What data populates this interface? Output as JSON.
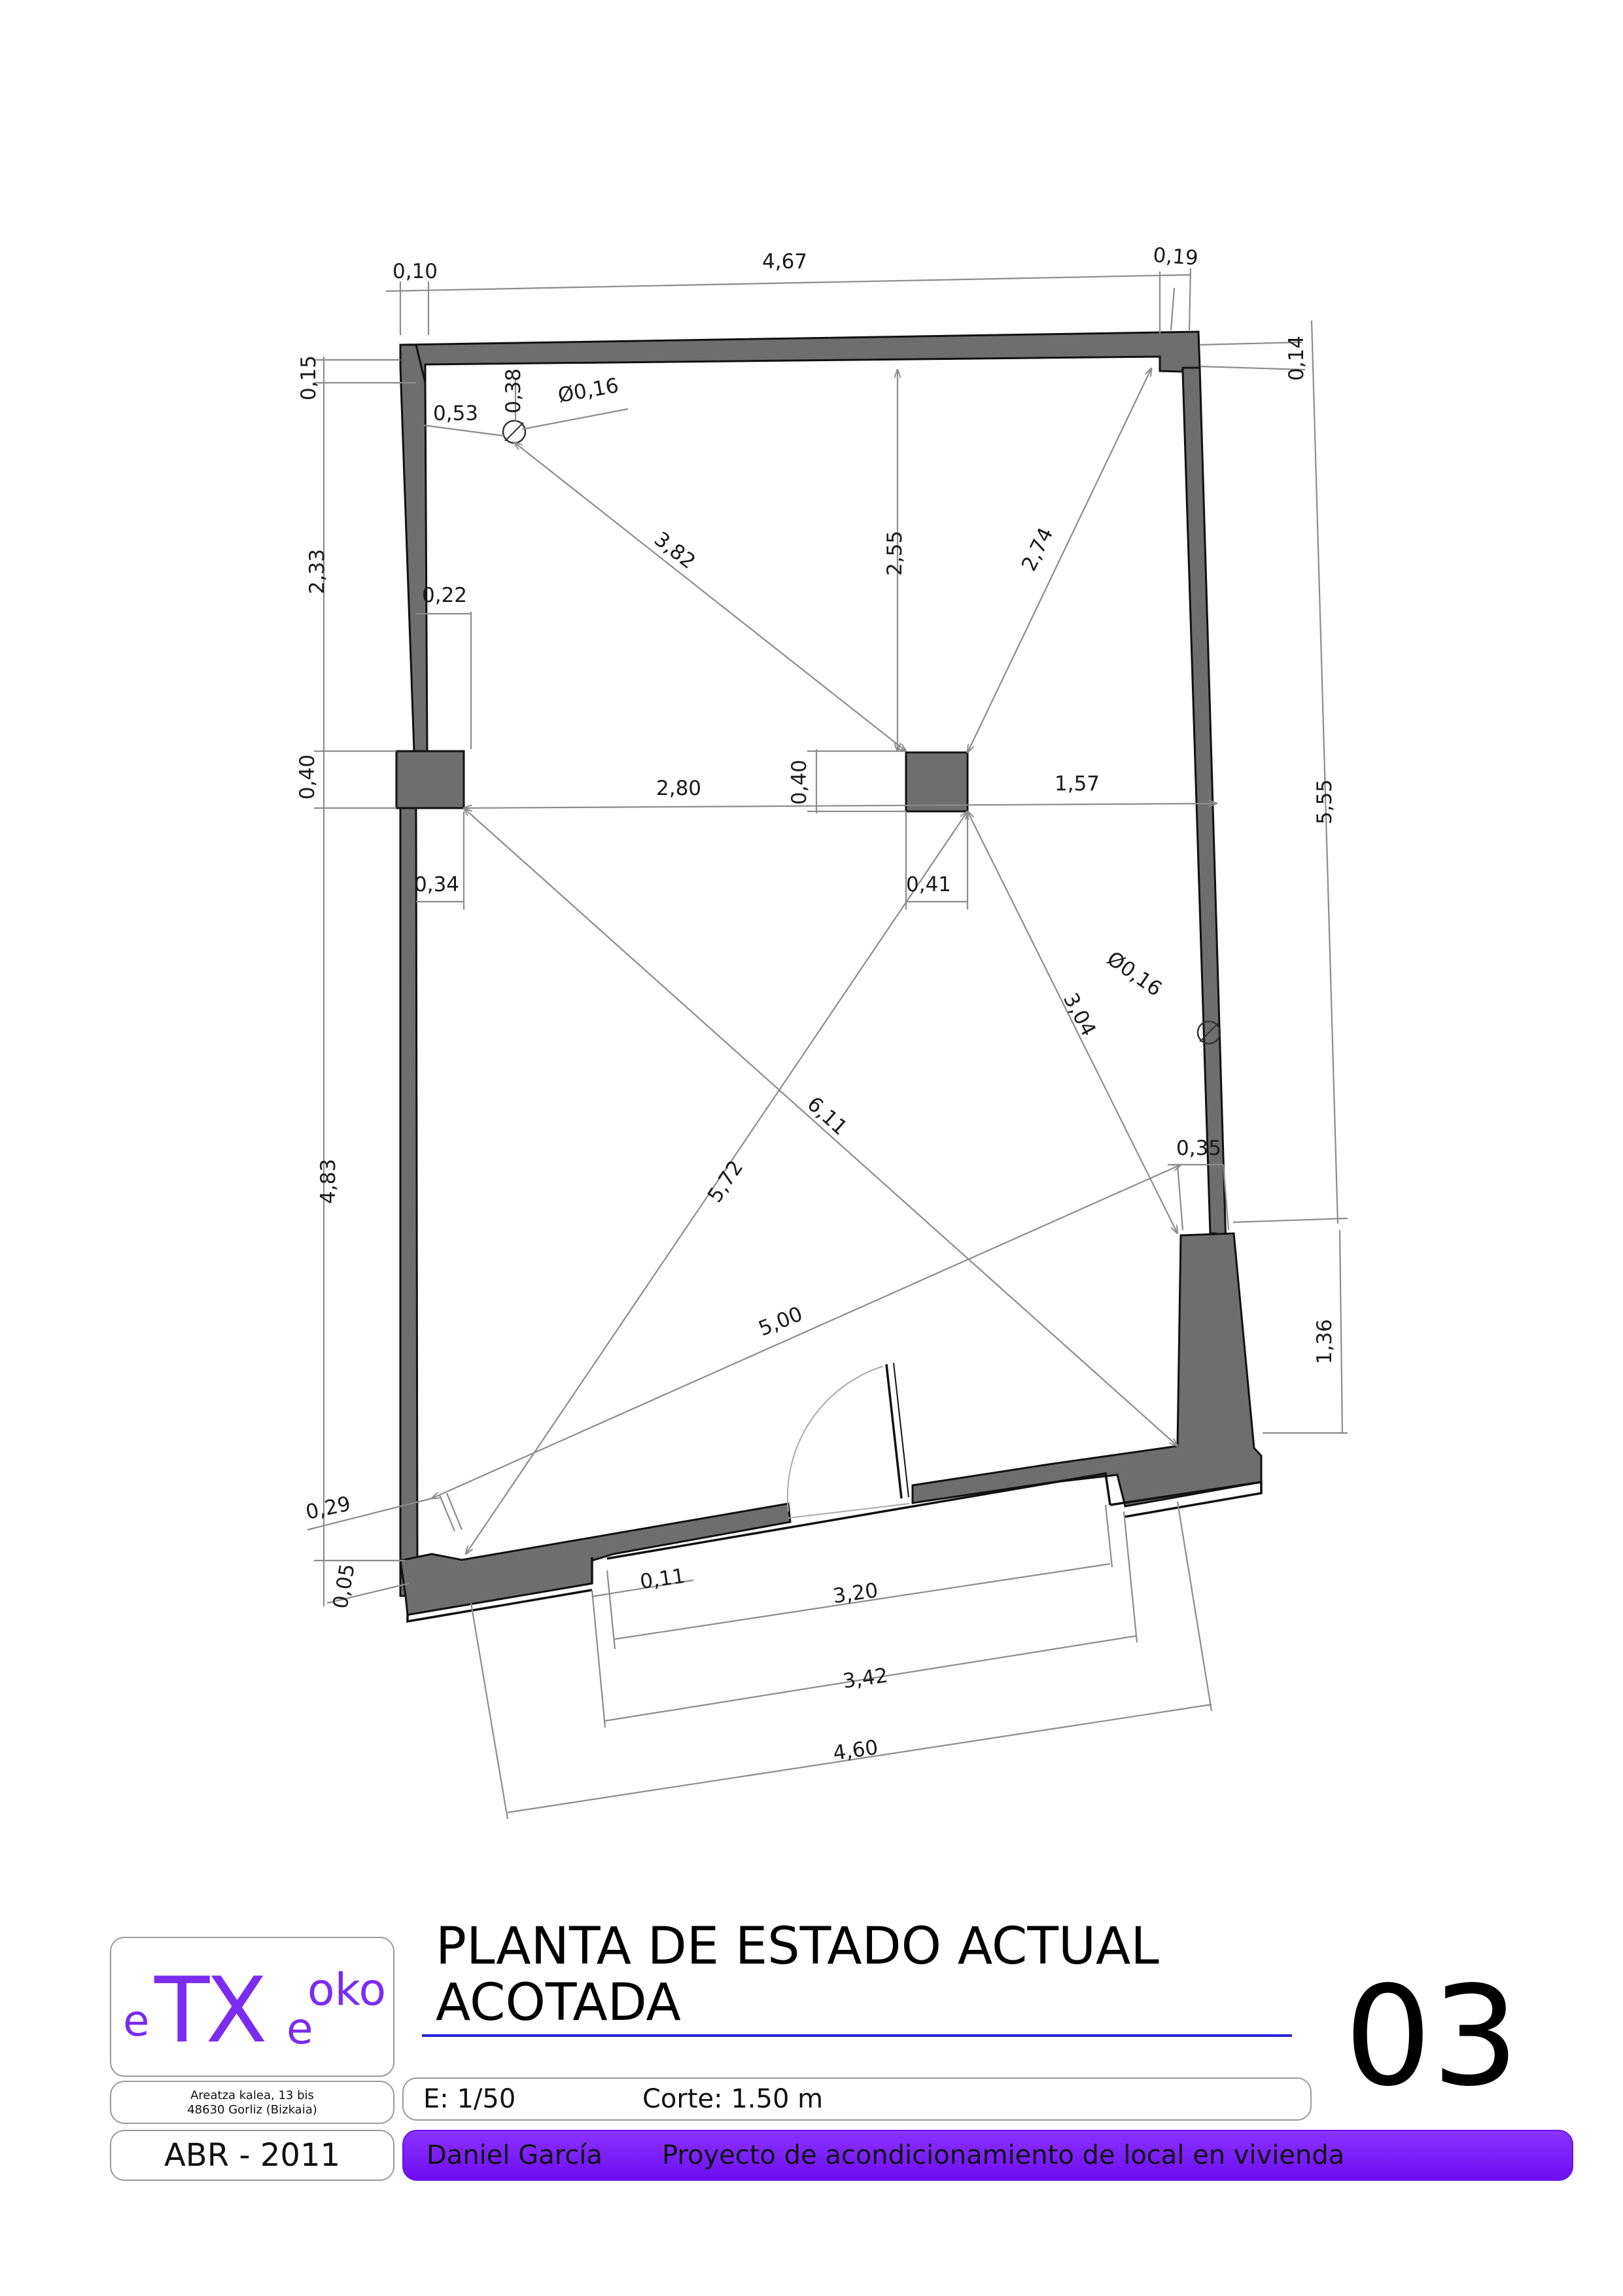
{
  "drawing": {
    "dimensions": {
      "top_010": "0,10",
      "top_467": "4,67",
      "top_019": "0,19",
      "left_015": "0,15",
      "left_233": "2,33",
      "left_040": "0,40",
      "left_483": "4,83",
      "left_029": "0,29",
      "left_005": "0,05",
      "right_014": "0,14",
      "right_555": "5,55",
      "right_136": "1,36",
      "d_053": "0,53",
      "d_038": "0,38",
      "d_phi1": "Ø0,16",
      "d_382": "3,82",
      "d_255": "2,55",
      "d_274": "2,74",
      "d_022": "0,22",
      "d_280": "2,80",
      "d_040c": "0,40",
      "d_157": "1,57",
      "d_034": "0,34",
      "d_041": "0,41",
      "d_phi2": "Ø0,16",
      "d_304": "3,04",
      "d_611": "6,11",
      "d_572": "5,72",
      "d_035": "0,35",
      "d_500": "5,00",
      "b_011": "0,11",
      "b_320": "3,20",
      "b_342": "3,42",
      "b_460": "4,60"
    }
  },
  "title_block": {
    "logo": {
      "e1": "e",
      "tx": "TX",
      "oko": "oko",
      "e2": "e"
    },
    "address_line1": "Areatza kalea, 13 bis",
    "address_line2": "48630 Gorliz (Bizkaia)",
    "date": "ABR - 2011",
    "title_line1": "PLANTA DE ESTADO ACTUAL",
    "title_line2": "ACOTADA",
    "sheet_number": "03",
    "scale": "E: 1/50",
    "section": "Corte: 1.50 m",
    "author": "Daniel García",
    "project": "Proyecto de acondicionamiento de local en vivienda",
    "accent_color": "#7b2cf0",
    "rule_color": "#2323d8"
  }
}
